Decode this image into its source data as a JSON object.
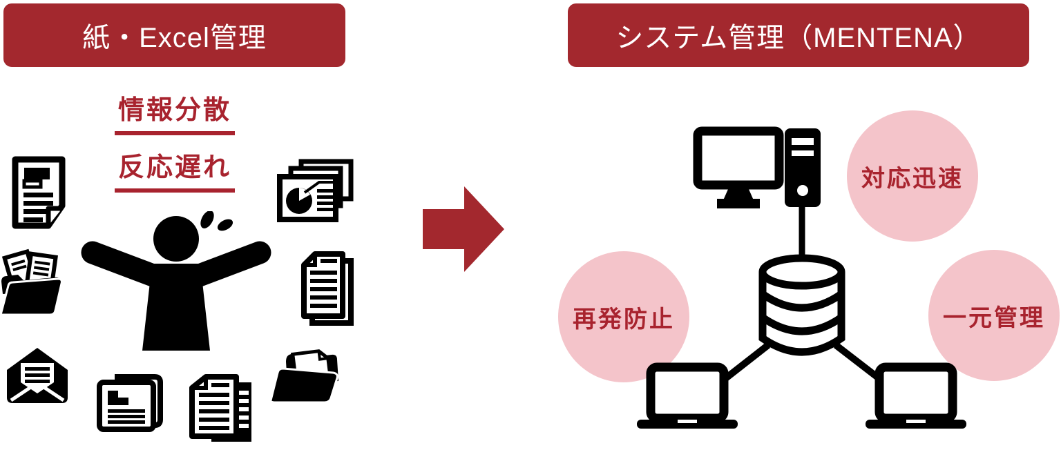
{
  "diagram": {
    "left": {
      "title": "紙・Excel管理",
      "problems": [
        {
          "label": "情報分散"
        },
        {
          "label": "反応遅れ"
        }
      ],
      "icon_names": [
        "report-document-icon",
        "presentation-slides-icon",
        "folder-documents-icon",
        "paper-stack-icon",
        "open-mail-icon",
        "newspaper-icon",
        "document-stack-icon",
        "open-folder-icon",
        "overwhelmed-person-icon"
      ]
    },
    "arrow": {
      "icon": "right-arrow",
      "direction": "right"
    },
    "right": {
      "title": "システム管理（MENTENA）",
      "benefits": [
        {
          "label": "対応迅速"
        },
        {
          "label": "再発防止"
        },
        {
          "label": "一元管理"
        }
      ],
      "icon_names": [
        "desktop-computer-icon",
        "server-tower-icon",
        "database-icon",
        "laptop-icon",
        "laptop-icon"
      ]
    }
  },
  "colors": {
    "brand_red": "#A3282E",
    "accent_red": "#A8232E",
    "pink": "#F4C4CA",
    "icon_black": "#000000"
  }
}
